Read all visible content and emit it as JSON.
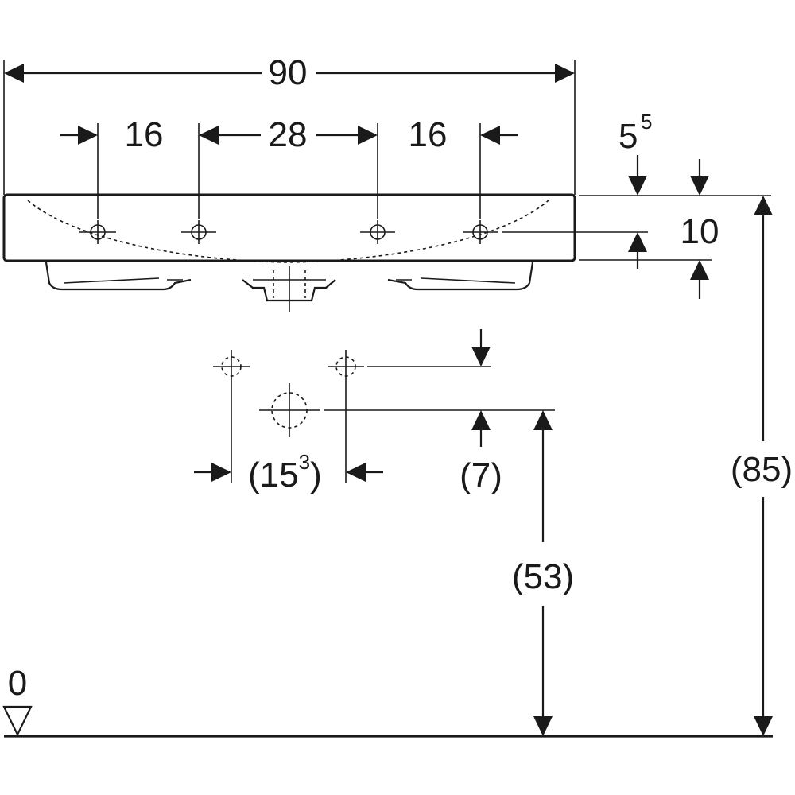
{
  "dimensions": {
    "overall_width": "90",
    "left_spacing": "16",
    "center_spacing": "28",
    "right_spacing": "16",
    "rim_offset_base": "5",
    "rim_offset_sup": "5",
    "rim_height": "10",
    "pipe_spacing_base": "(15",
    "pipe_spacing_sup": "3",
    "pipe_spacing_close": ")",
    "pipe_vertical": "(7)",
    "drain_height": "(53)",
    "total_height": "(85)",
    "floor_level": "0"
  },
  "colors": {
    "line": "#1a1a1a",
    "background": "#ffffff"
  }
}
